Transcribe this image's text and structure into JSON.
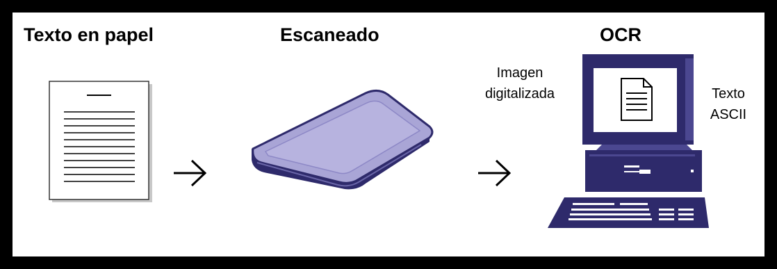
{
  "steps": {
    "paper": "Texto en papel",
    "scan": "Escaneado",
    "ocr": "OCR"
  },
  "captions": {
    "image_line1": "Imagen",
    "image_line2": "digitalizada",
    "text_line1": "Texto",
    "text_line2": "ASCII"
  },
  "colors": {
    "frame": "#000000",
    "background": "#ffffff",
    "device_dark": "#2e2a6b",
    "device_light": "#a9a5d6",
    "screen": "#ffffff"
  },
  "icons": {
    "paper": "document-icon",
    "scanner": "flatbed-scanner-icon",
    "computer": "desktop-computer-icon",
    "arrow": "arrow-right-icon"
  }
}
